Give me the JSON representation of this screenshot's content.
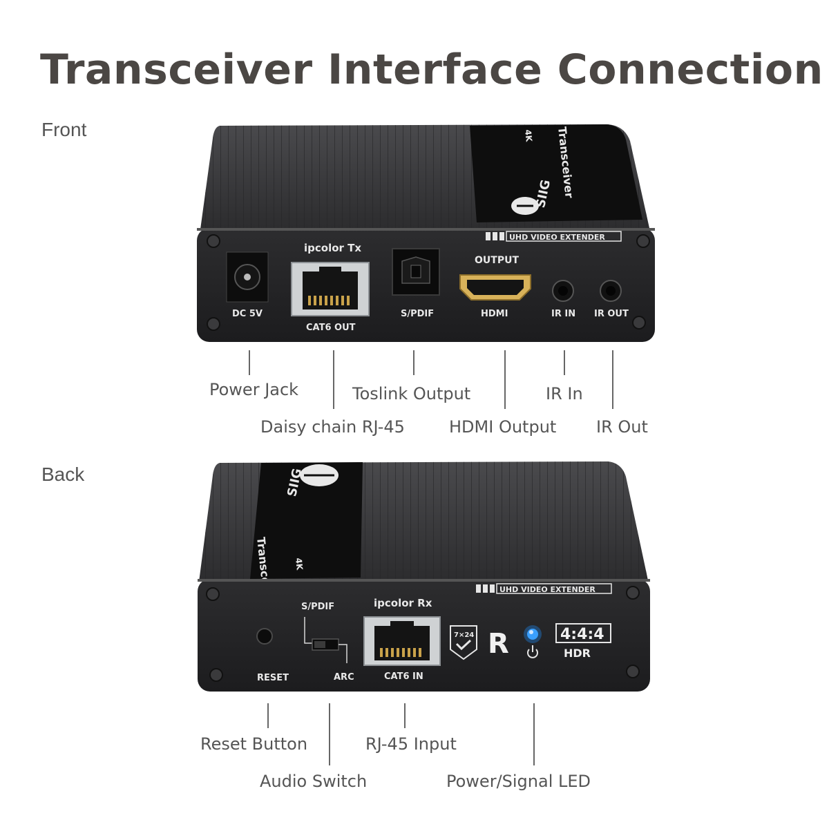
{
  "title": "Transceiver Interface Connection",
  "front": {
    "section_label": "Front",
    "device": {
      "brand": "SIIG",
      "model_label": "Transceiver",
      "resolution_badge": "4K",
      "strip_label": "UHD VIDEO EXTENDER",
      "panel_labels": {
        "dc": "DC 5V",
        "rj45_top": "ipcolor Tx",
        "rj45_bottom": "CAT6 OUT",
        "spdif": "S/PDIF",
        "hdmi_top": "OUTPUT",
        "hdmi_bottom": "HDMI",
        "ir_in": "IR IN",
        "ir_out": "IR OUT"
      }
    },
    "callouts": {
      "power_jack": "Power Jack",
      "daisy_chain": "Daisy chain RJ-45",
      "toslink": "Toslink Output",
      "hdmi_output": "HDMI Output",
      "ir_in": "IR In",
      "ir_out": "IR Out"
    }
  },
  "back": {
    "section_label": "Back",
    "device": {
      "brand": "SIIG",
      "model_label": "Transceiver",
      "resolution_badge": "4K",
      "strip_label": "UHD VIDEO EXTENDER",
      "panel_labels": {
        "reset": "RESET",
        "spdif": "S/PDIF",
        "arc": "ARC",
        "rj45_top": "ipcolor Rx",
        "rj45_bottom": "CAT6 IN",
        "badge_7x24": "7×24",
        "badge_r": "R",
        "badge_444": "4:4:4",
        "badge_hdr": "HDR"
      }
    },
    "callouts": {
      "reset_button": "Reset Button",
      "audio_switch": "Audio Switch",
      "rj45_input": "RJ-45 Input",
      "power_led": "Power/Signal LED"
    }
  },
  "colors": {
    "title": "#4b4744",
    "device_body": "#2b2b2d",
    "device_top": "#3a3a3c",
    "label_black": "#0e0e0e",
    "led_blue": "#1e90ff",
    "hdmi_gold": "#c9a24a"
  }
}
